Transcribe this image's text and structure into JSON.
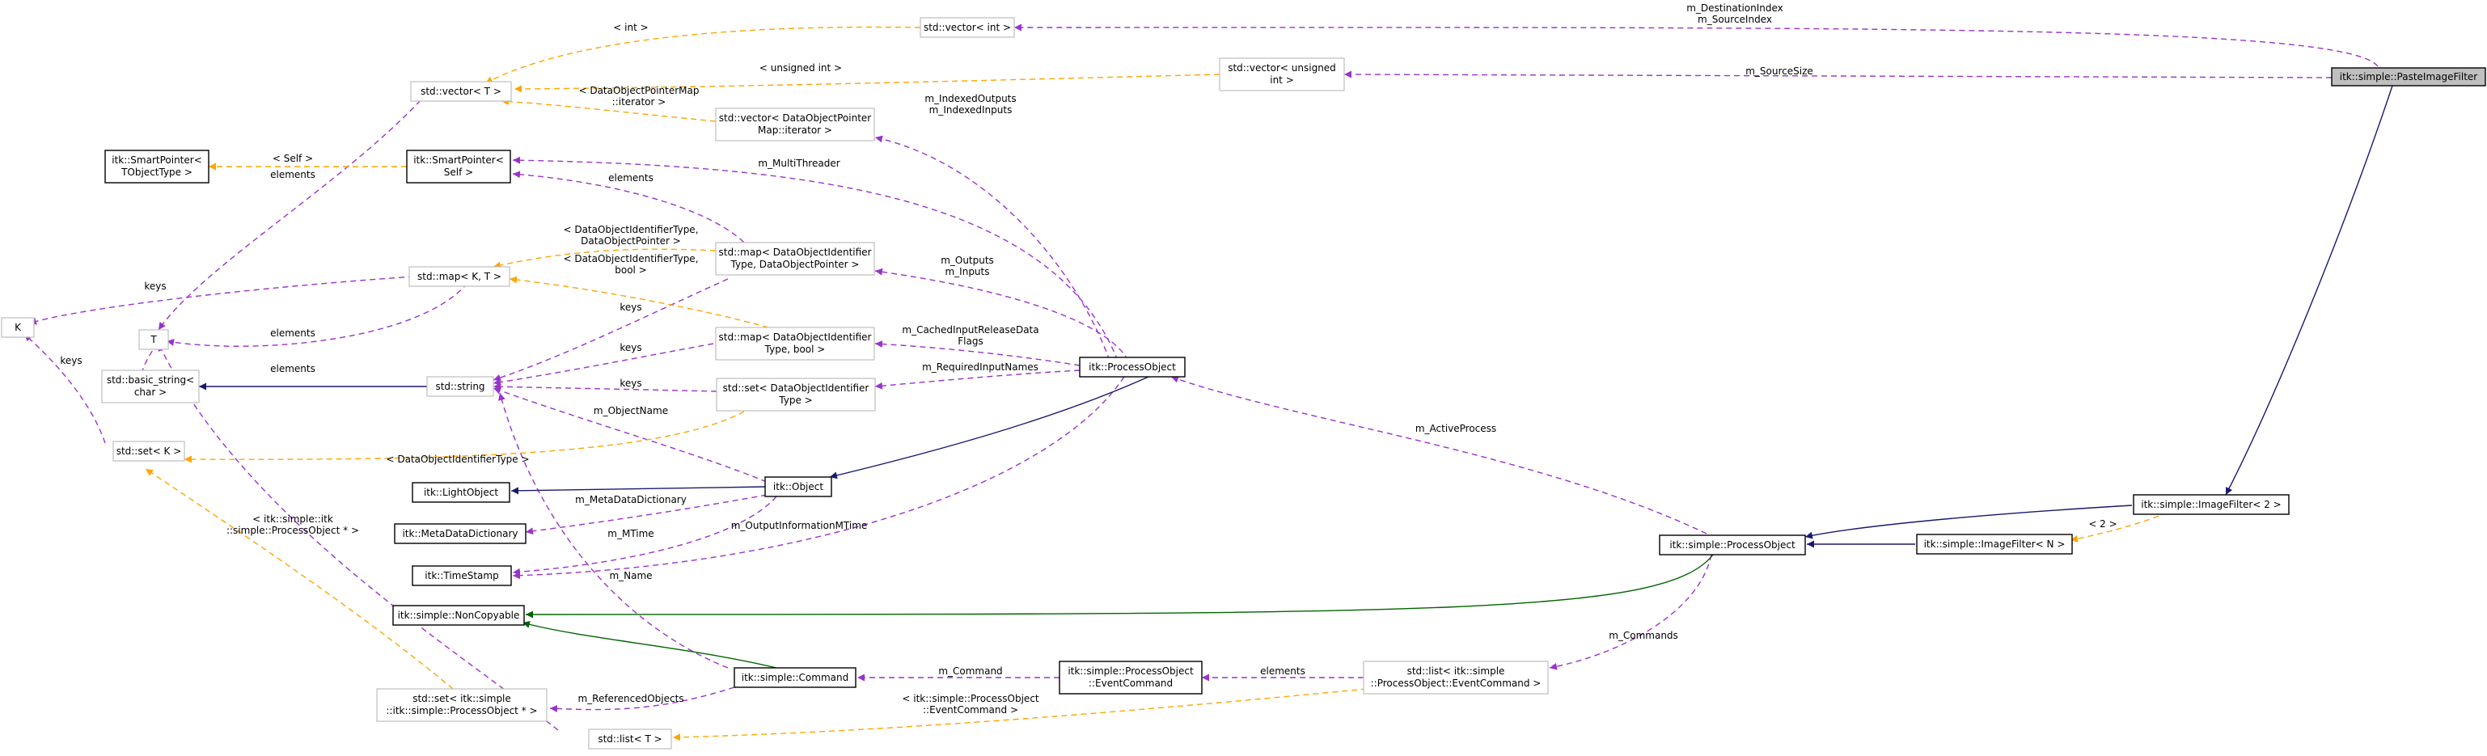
{
  "nodes": {
    "paste_image_filter": "itk::simple::PasteImageFilter",
    "vector_int": "std::vector< int >",
    "vector_unsigned_int": [
      "std::vector< unsigned",
      "int >"
    ],
    "vector_t": "std::vector< T >",
    "vector_dataobjectpointer_iterator": [
      "std::vector< DataObjectPointer",
      "Map::iterator >"
    ],
    "smartpointer_tobjecttype": [
      "itk::SmartPointer<",
      "TObjectType >"
    ],
    "smartpointer_self": [
      "itk::SmartPointer<",
      "Self >"
    ],
    "map_identifier_pointer": [
      "std::map< DataObjectIdentifier",
      "Type, DataObjectPointer >"
    ],
    "map_k_t": "std::map< K, T >",
    "k": "K",
    "t": "T",
    "map_identifier_bool": [
      "std::map< DataObjectIdentifier",
      "Type, bool >"
    ],
    "basic_string_char": [
      "std::basic_string<",
      "char >"
    ],
    "string": "std::string",
    "set_identifier": [
      "std::set< DataObjectIdentifier",
      "Type >"
    ],
    "process_object": "itk::ProcessObject",
    "set_k": "std::set< K >",
    "object": "itk::Object",
    "light_object": "itk::LightObject",
    "meta_data_dictionary": "itk::MetaDataDictionary",
    "time_stamp": "itk::TimeStamp",
    "non_copyable": "itk::simple::NonCopyable",
    "simple_process_object": "itk::simple::ProcessObject",
    "image_filter_2": "itk::simple::ImageFilter< 2 >",
    "image_filter_n": "itk::simple::ImageFilter< N >",
    "command": "itk::simple::Command",
    "event_command": [
      "itk::simple::ProcessObject",
      "::EventCommand"
    ],
    "list_event_command": [
      "std::list< itk::simple",
      "::ProcessObject::EventCommand >"
    ],
    "set_process_object_ptr": [
      "std::set< itk::simple",
      "::itk::simple::ProcessObject * >"
    ],
    "list_t": "std::list< T >"
  },
  "edge_labels": {
    "destination_source_index": [
      "m_DestinationIndex",
      "m_SourceIndex"
    ],
    "source_size": "m_SourceSize",
    "lt_int": "< int >",
    "lt_unsigned_int": "< unsigned int >",
    "lt_dataobjectpointermap_iterator": [
      "< DataObjectPointerMap",
      "::iterator >"
    ],
    "lt_self": "< Self >",
    "elements_1": "elements",
    "elements_2": "elements",
    "elements_3": "elements",
    "elements_4": "elements",
    "elements_5": "elements",
    "keys_1": "keys",
    "keys_2": "keys",
    "keys_3": "keys",
    "keys_4": "keys",
    "keys_5": "keys",
    "indexed_outputs_inputs": [
      "m_IndexedOutputs",
      "m_IndexedInputs"
    ],
    "multi_threader": "m_MultiThreader",
    "lt_identifier_pointer": [
      "< DataObjectIdentifierType,",
      "DataObjectPointer >"
    ],
    "lt_identifier_bool": [
      "< DataObjectIdentifierType,",
      "bool >"
    ],
    "outputs_inputs": [
      "m_Outputs",
      "m_Inputs"
    ],
    "cached_input_release": [
      "m_CachedInputReleaseData",
      "Flags"
    ],
    "required_input_names": "m_RequiredInputNames",
    "object_name": "m_ObjectName",
    "lt_identifier_type": "< DataObjectIdentifierType >",
    "active_process": "m_ActiveProcess",
    "meta_data_dictionary": "m_MetaDataDictionary",
    "output_information_mtime": "m_OutputInformationMTime",
    "mtime": "m_MTime",
    "name": "m_Name",
    "lt_process_object_ptr": [
      "< itk::simple::itk",
      "::simple::ProcessObject * >"
    ],
    "lt_2": "< 2 >",
    "commands": "m_Commands",
    "command": "m_Command",
    "referenced_objects": "m_ReferencedObjects",
    "lt_event_command": [
      "< itk::simple::ProcessObject",
      "::EventCommand >"
    ]
  },
  "colors": {
    "usage_edge": "#9a32cd",
    "template_edge": "#ffa500",
    "public_inheritance": "#191970",
    "private_inheritance": "#006400",
    "weak_node_border": "#bfbfbf",
    "root_node_fill": "#bfbfbf"
  }
}
